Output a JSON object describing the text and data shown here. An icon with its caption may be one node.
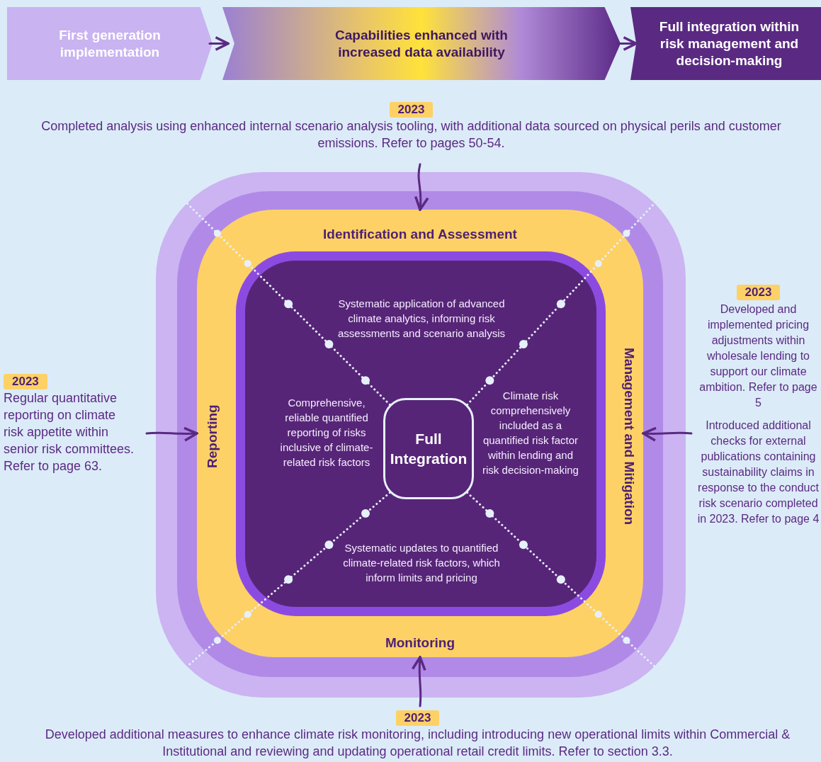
{
  "diagram": {
    "nodes": [
      {
        "text": [
          "First generation implementation"
        ]
      },
      {
        "text": [
          "Capabilities enhanced with increased data availability"
        ]
      },
      {
        "text": [
          "Full integration within risk management and decision-making"
        ]
      },
      {
        "text": [
          "2023",
          "Completed analysis using enhanced internal scenario analysis tooling, with additional data sourced on physical perils and customer emissions. Refer to pages 50-54."
        ]
      },
      {
        "text": [],
        "shape": "box"
      },
      {
        "text": [],
        "shape": "box",
        "in": 4
      },
      {
        "text": [
          "Identification and Assessment",
          "Reporting",
          "Management and Mitigation",
          "Monitoring"
        ],
        "in": 5
      },
      {
        "text": [
          "Systematic application of advanced climate analytics, informing risk assessments and scenario analysis",
          "Comprehensive, reliable quantified reporting of risks inclusive of climate-related risk factors",
          "Climate risk comprehensively included as a quantified risk factor within lending and risk decision-making",
          "Systematic updates to quantified climate-related risk factors, which inform limits and pricing"
        ],
        "in": 6
      },
      {
        "text": [
          "Full Integration"
        ],
        "in": 7
      },
      {
        "text": [
          "2023",
          "Regular quantitative reporting on climate risk appetite within senior risk committees. Refer to page 63."
        ]
      },
      {
        "text": [
          "2023",
          "Developed and implemented pricing adjustments within wholesale lending to support our climate ambition. Refer to page 5",
          "Introduced additional checks for external publications containing sustainability claims in response to the conduct risk scenario completed in 2023. Refer to page 4"
        ]
      },
      {
        "text": [
          "2023",
          "Developed additional measures to enhance climate risk monitoring, including introducing new operational limits within Commercial & Institutional and reviewing and updating operational retail credit limits. Refer to section 3.3."
        ]
      }
    ],
    "edges": [
      {
        "from": 0,
        "to": 1,
        "arrow": "to"
      },
      {
        "from": 1,
        "to": 2,
        "arrow": "to"
      },
      {
        "from": 3,
        "to": 6,
        "arrow": "to"
      },
      {
        "from": 9,
        "to": 6,
        "arrow": "to"
      },
      {
        "from": 10,
        "to": 6,
        "arrow": "to"
      },
      {
        "from": 11,
        "to": 6,
        "arrow": "to"
      },
      {
        "from": 8,
        "to": 4,
        "arrow": "none",
        "style": "dashed",
        "color": "#e6f0fb"
      },
      {
        "from": 8,
        "to": 4,
        "arrow": "none",
        "style": "dashed",
        "color": "#e6f0fb"
      },
      {
        "from": 8,
        "to": 4,
        "arrow": "none",
        "style": "dashed",
        "color": "#e6f0fb"
      },
      {
        "from": 8,
        "to": 4,
        "arrow": "none",
        "style": "dashed",
        "color": "#e6f0fb"
      }
    ]
  }
}
